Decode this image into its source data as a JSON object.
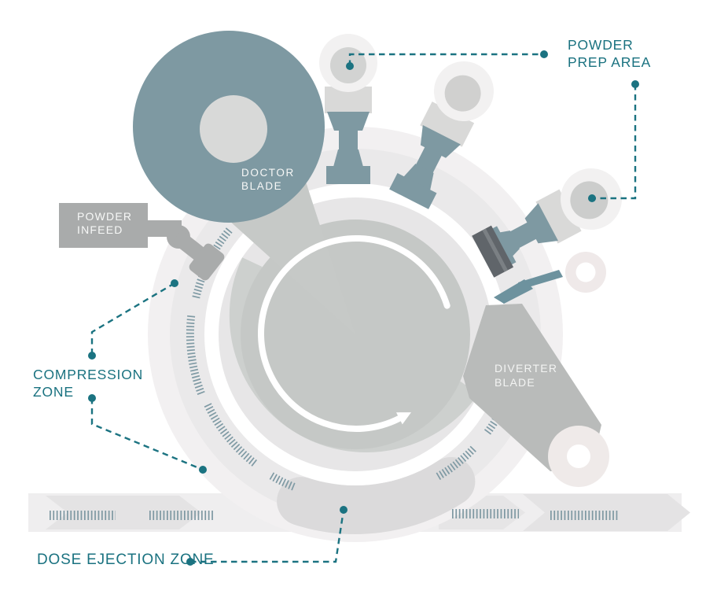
{
  "diagram": {
    "labels": {
      "powder_prep": {
        "lines": [
          "POWDER",
          "PREP AREA"
        ]
      },
      "doctor_blade": {
        "lines": [
          "DOCTOR",
          "BLADE"
        ]
      },
      "powder_infeed": {
        "lines": [
          "POWDER",
          "INFEED"
        ]
      },
      "compression_zone": {
        "lines": [
          "COMPRESSION",
          "ZONE"
        ]
      },
      "diverter_blade": {
        "lines": [
          "DIVERTER",
          "BLADE"
        ]
      },
      "dose_ejection_zone": {
        "text": "DOSE EJECTION ZONE"
      }
    },
    "colors": {
      "accent_teal": "#1a7280",
      "leader_teal": "#1b7381",
      "machine_teal": "#7e99a2",
      "scraper_teal": "#6d929e",
      "tick_teal": "#7f9aa4",
      "drum_grey": "#c5c8c6",
      "drum_band_grey": "#cdd0ce",
      "cavity_pale": "#e7e6e7",
      "mid_grey": "#a9abab",
      "diverter_grey": "#b9bbba",
      "housing_grey": "#d9d9d8",
      "roller_inner_grey": "#d2d3d2",
      "roller_outer_pale": "#f2f1f1",
      "ring_pale": "#eae9ea",
      "outer_pale": "#f2f0f1",
      "donut_pale": "#efe9e9",
      "dose_band_grey": "#dbdadb",
      "conveyor_grey": "#efeeef",
      "chevron_grey": "#e4e3e4",
      "dark_foot": "#60656a",
      "rotation_arrow": "#ffffff"
    }
  }
}
